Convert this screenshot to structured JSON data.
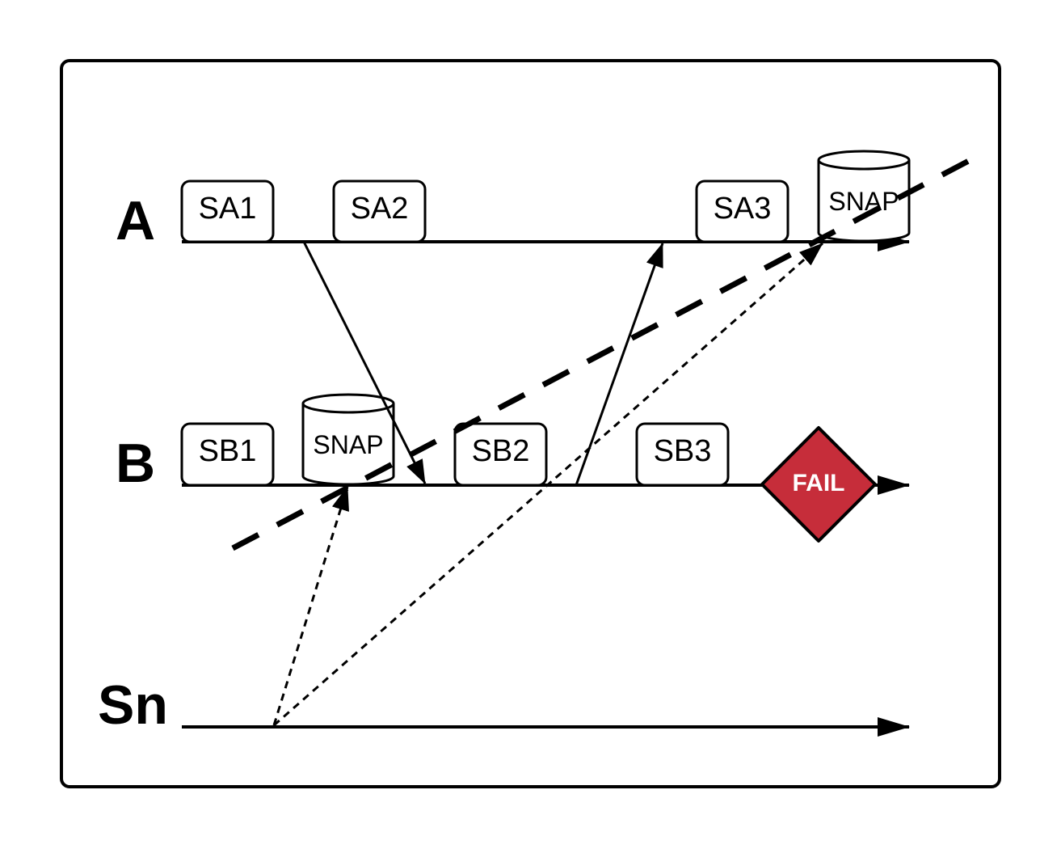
{
  "diagram": {
    "lanes": [
      {
        "id": "A",
        "label": "A"
      },
      {
        "id": "B",
        "label": "B"
      },
      {
        "id": "Sn",
        "label": "Sn"
      }
    ],
    "states": [
      {
        "id": "SA1",
        "label": "SA1",
        "lane": "A"
      },
      {
        "id": "SA2",
        "label": "SA2",
        "lane": "A"
      },
      {
        "id": "SA3",
        "label": "SA3",
        "lane": "A"
      },
      {
        "id": "SB1",
        "label": "SB1",
        "lane": "B"
      },
      {
        "id": "SB2",
        "label": "SB2",
        "lane": "B"
      },
      {
        "id": "SB3",
        "label": "SB3",
        "lane": "B"
      }
    ],
    "snapshots": [
      {
        "id": "snap-a",
        "label": "SNAP",
        "lane": "A"
      },
      {
        "id": "snap-b",
        "label": "SNAP",
        "lane": "B"
      }
    ],
    "failure": {
      "label": "FAIL",
      "lane": "B",
      "color": "#c62d3a"
    },
    "messages": [
      {
        "from": "A",
        "to": "B",
        "style": "solid",
        "desc": "A (after SA1) to B (before SB2)"
      },
      {
        "from": "B",
        "to": "A",
        "style": "solid",
        "desc": "B (after SB2) to A (before SA3)"
      },
      {
        "from": "Sn",
        "to": "B",
        "style": "dotted",
        "desc": "Sn marker to B snapshot"
      },
      {
        "from": "Sn",
        "to": "A",
        "style": "dotted",
        "desc": "Sn marker to A snapshot"
      }
    ],
    "cut_line": {
      "style": "dashed",
      "desc": "Consistent snapshot cut through both SNAP points"
    },
    "colors": {
      "stroke": "#000000",
      "background": "#ffffff",
      "fail": "#c62d3a",
      "fail_text": "#ffffff"
    }
  }
}
